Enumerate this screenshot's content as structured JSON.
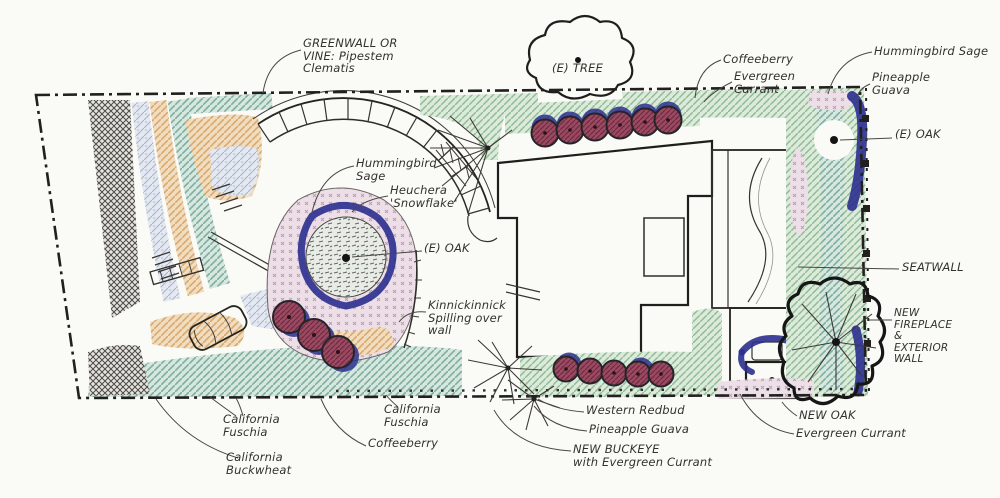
{
  "palette": {
    "paper": "#fafaf6",
    "ink": "#2a2a2a",
    "teal": "#7fae9f",
    "tealLight": "#d6e7e0",
    "tan": "#d9a96e",
    "tanLight": "#f0ddc0",
    "blueGrey": "#a9b6cd",
    "blueGreyLight": "#e4e8f1",
    "sage": "#8fba97",
    "sageLight": "#dcead9",
    "pink": "#c29cb1",
    "pinkLight": "#ecdfe7",
    "maroon": "#9c4a62",
    "maroonDark": "#6e2b40",
    "navy": "#2b2f8e",
    "hatchDark": "#4a4a4a"
  },
  "labels": {
    "greenwall": {
      "text": "GREENWALL OR\nVINE: Pipestem\nClematis"
    },
    "e_tree": {
      "text": "(E) TREE"
    },
    "coffeeberry_top": {
      "text": "Coffeeberry"
    },
    "evergreen_currant_top": {
      "text": "Evergreen\nCurrant"
    },
    "hummingbird_sage_top": {
      "text": "Hummingbird Sage"
    },
    "pineapple_guava_top": {
      "text": "Pineapple\nGuava"
    },
    "e_oak_top": {
      "text": "(E) OAK"
    },
    "hummingbird_sage_mid": {
      "text": "Hummingbird\nSage"
    },
    "heuchera": {
      "text": "Heuchera\n'Snowflake'"
    },
    "e_oak_mid": {
      "text": "(E) OAK"
    },
    "kinnickinnick": {
      "text": "Kinnickinnick\nSpilling over\nwall"
    },
    "seatwall": {
      "text": "SEATWALL"
    },
    "new_fireplace": {
      "text": "NEW\nFIREPLACE\n&\nEXTERIOR\nWALL"
    },
    "california_fuschia_left": {
      "text": "California\nFuschia"
    },
    "california_buckwheat": {
      "text": "California\nBuckwheat"
    },
    "california_fuschia_mid": {
      "text": "California\nFuschia"
    },
    "coffeeberry_bottom": {
      "text": "Coffeeberry"
    },
    "western_redbud": {
      "text": "Western Redbud"
    },
    "pineapple_guava_bottom": {
      "text": "Pineapple Guava"
    },
    "new_buckeye": {
      "text": "NEW BUCKEYE\nwith Evergreen Currant"
    },
    "new_oak": {
      "text": "NEW OAK"
    },
    "evergreen_currant_bottom": {
      "text": "Evergreen Currant"
    }
  }
}
